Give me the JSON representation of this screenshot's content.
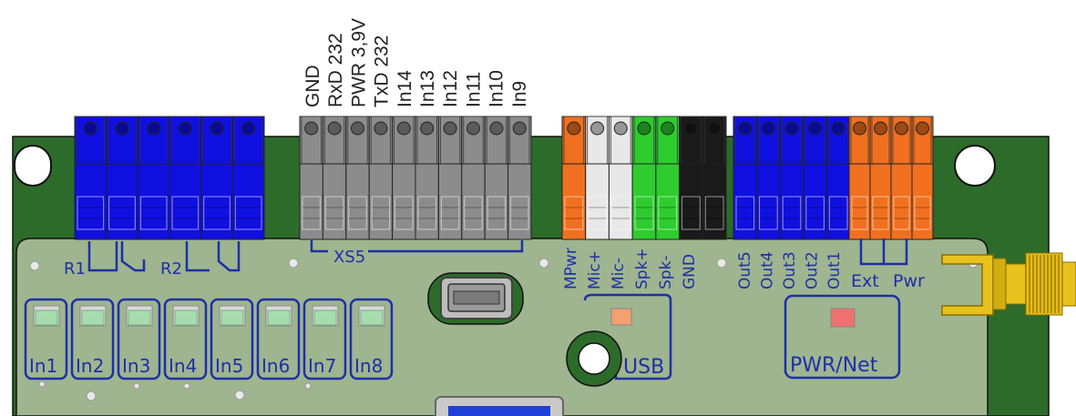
{
  "header_labels": [
    "GND",
    "RxD 232",
    "PWR 3,9V",
    "TxD 232",
    "In14",
    "In13",
    "In12",
    "In11",
    "In10",
    "In9"
  ],
  "relays": {
    "r1": "R1",
    "r2": "R2"
  },
  "connector": {
    "xs5": "XS5"
  },
  "inputs": [
    "In1",
    "In2",
    "In3",
    "In4",
    "In5",
    "In6",
    "In7",
    "In8"
  ],
  "audio_labels": [
    "MPwr",
    "Mic+",
    "Mic-",
    "Spk+",
    "Spk-",
    "GND"
  ],
  "output_labels": [
    "Out5",
    "Out4",
    "Out3",
    "Out2",
    "Out1"
  ],
  "ext_pwr": {
    "ext": "Ext",
    "pwr": "Pwr"
  },
  "usb_label": "USB",
  "pwr_net_label": "PWR/Net",
  "colors": {
    "pcb": "#9fb58f",
    "pcb_dark": "#2d6b2a",
    "silkscreen": "#1e2fa8",
    "blue_terminal": "#1010e0",
    "gray_terminal": "#8c8c8c",
    "orange_terminal": "#f07020",
    "green_terminal": "#2ecc2e",
    "black_terminal": "#1a1a1a",
    "led_green": "#a6dcae",
    "led_orange": "#f4a070",
    "led_red": "#f07070",
    "sma_gold": "#e8c21c"
  }
}
